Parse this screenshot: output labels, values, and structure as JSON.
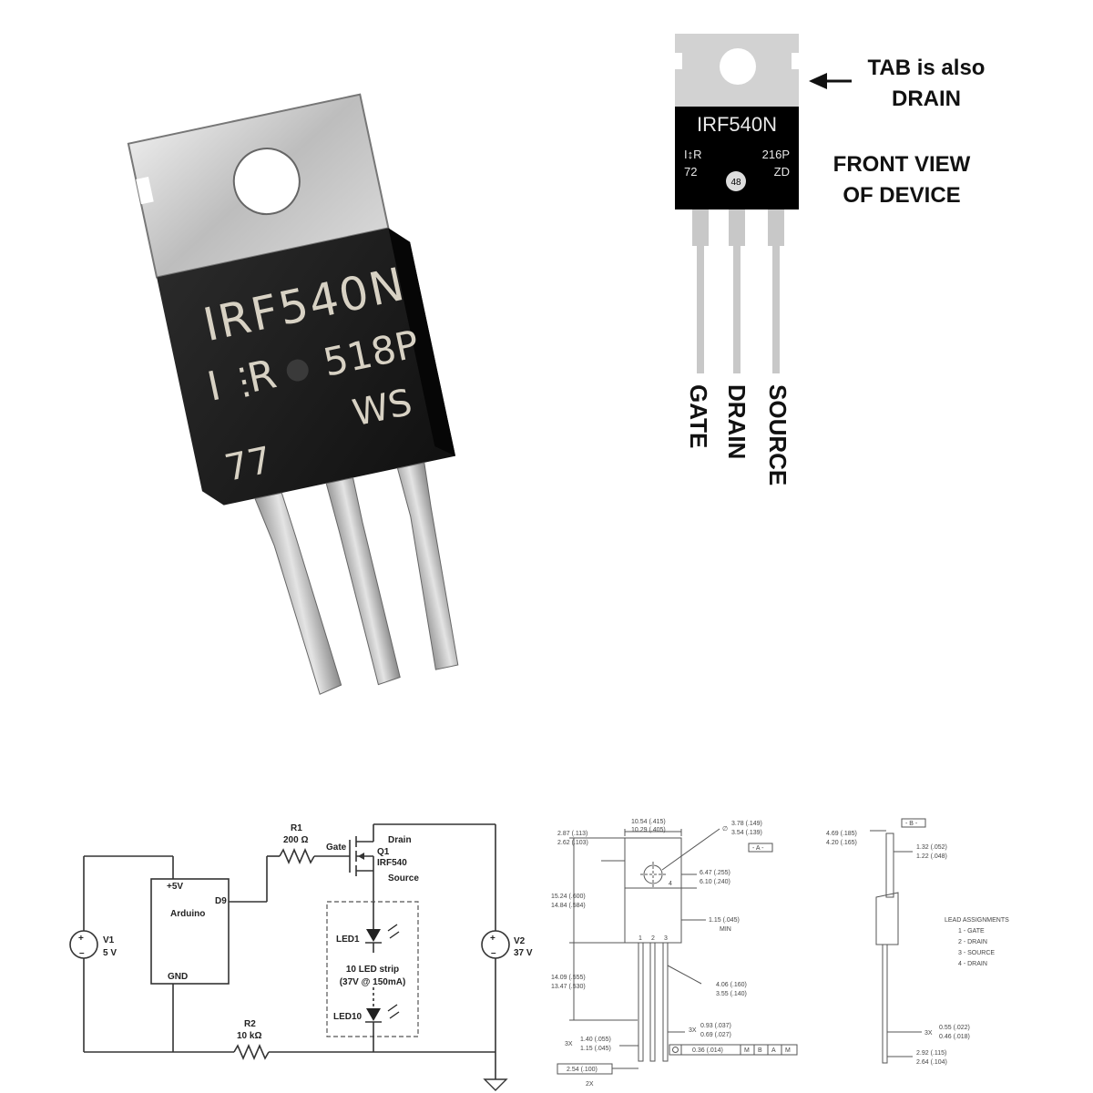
{
  "photo": {
    "marking_line1": "IRF540N",
    "marking_logo": "I",
    "marking_logo_r": "R",
    "marking_code1": "518P",
    "marking_code2": "WS",
    "marking_code3": "77"
  },
  "front_view": {
    "part_number": "IRF540N",
    "mark_left1": "I↕R",
    "mark_left2": "72",
    "mark_right1": "216P",
    "mark_right2": "ZD",
    "mark_center": "48",
    "callout_line1": "TAB is also",
    "callout_line2": "DRAIN",
    "view_line1": "FRONT VIEW",
    "view_line2": "OF DEVICE",
    "pins": [
      "GATE",
      "DRAIN",
      "SOURCE"
    ]
  },
  "schematic": {
    "r1_name": "R1",
    "r1_value": "200 Ω",
    "gate": "Gate",
    "drain": "Drain",
    "q1": "Q1",
    "q1_part": "IRF540",
    "source": "Source",
    "arduino": "Arduino",
    "arduino_5v": "+5V",
    "arduino_d9": "D9",
    "arduino_gnd": "GND",
    "v1_name": "V1",
    "v1_value": "5 V",
    "v2_name": "V2",
    "v2_value": "37 V",
    "led1": "LED1",
    "led10": "LED10",
    "strip_line1": "10 LED strip",
    "strip_line2": "(37V @ 150mA)",
    "r2_name": "R2",
    "r2_value": "10 kΩ"
  },
  "mechanical": {
    "d_top_width": [
      "10.54 (.415)",
      "10.29 (.405)"
    ],
    "d_hole": [
      "3.78 (.149)",
      "3.54 (.139)"
    ],
    "d_tab_left": [
      "2.87 (.113)",
      "2.62 (.103)"
    ],
    "datum_a": "- A -",
    "d_hole_to_top": [
      "6.47 (.255)",
      "6.10 (.240)"
    ],
    "d_body_height": [
      "15.24 (.600)",
      "14.84 (.584)"
    ],
    "d_lead_min": [
      "1.15 (.045)",
      "MIN"
    ],
    "d_lead_len": [
      "14.09 (.555)",
      "13.47 (.530)"
    ],
    "d_lead_pitch": [
      "4.06 (.160)",
      "3.55 (.140)"
    ],
    "d_lead_w": [
      "1.40 (.055)",
      "1.15 (.045)"
    ],
    "d_lead_t": [
      "0.93 (.037)",
      "0.69 (.027)"
    ],
    "tol_box": "0.36 (.014)",
    "tol_refs": [
      "M",
      "B",
      "A",
      "M"
    ],
    "d_pitch": "2.54 (.100)",
    "two_x": "2X",
    "three_x": "3X",
    "pin_nums": [
      "1",
      "2",
      "3",
      "4"
    ],
    "datum_b": "- B -",
    "d_side_top": [
      "4.69 (.185)",
      "4.20 (.165)"
    ],
    "d_side_tab": [
      "1.32 (.052)",
      "1.22 (.048)"
    ],
    "lead_title": "LEAD ASSIGNMENTS",
    "lead_items": [
      "1 - GATE",
      "2 - DRAIN",
      "3 - SOURCE",
      "4 - DRAIN"
    ],
    "d_side_lead": [
      "0.55 (.022)",
      "0.46 (.018)"
    ],
    "d_side_bottom": [
      "2.92 (.115)",
      "2.64 (.104)"
    ]
  }
}
